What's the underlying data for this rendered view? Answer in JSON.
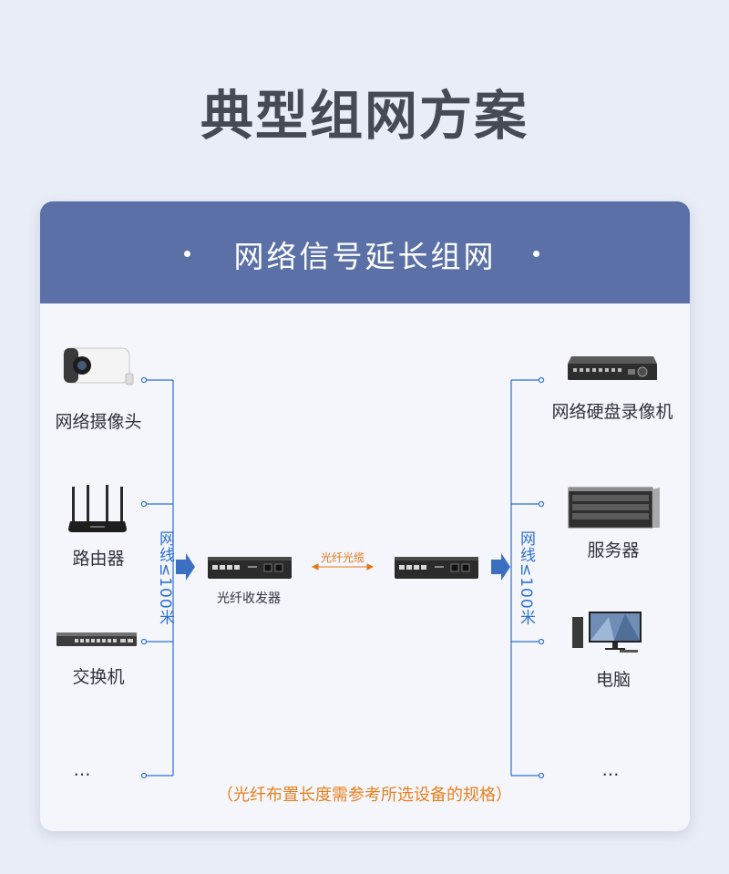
{
  "title": "典型组网方案",
  "card": {
    "title": "网络信号延长组网"
  },
  "left_devices": [
    "网络摄像头",
    "路由器",
    "交换机",
    "…"
  ],
  "right_devices": [
    "网络硬盘录像机",
    "服务器",
    "电脑",
    "…"
  ],
  "cable_limit_left": "网线≤100米",
  "cable_limit_right": "网线≤100米",
  "converter_label": "光纤收发器",
  "fiber_label": "光纤光缆",
  "note": "（光纤布置长度需参考所选设备的规格）",
  "colors": {
    "header": "#5a70a6",
    "line": "#2d6fd6",
    "accent": "#e8801f",
    "arrow": "#3a6fc2"
  }
}
